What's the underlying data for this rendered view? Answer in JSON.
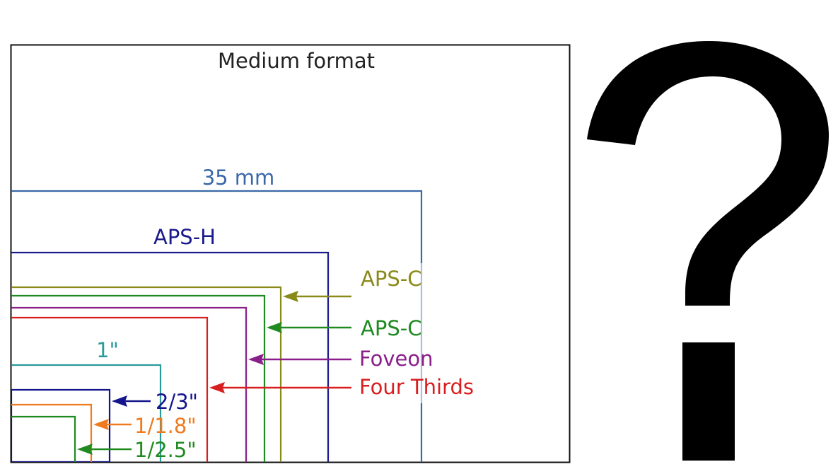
{
  "title": "Medium format",
  "colors": {
    "frame": "#111111",
    "mm35": "#3a68a8",
    "apsh": "#1a1a8c",
    "apsc_canon": "#8a8a1a",
    "apsc": "#1f8a1f",
    "foveon": "#8a1f8a",
    "four_thirds": "#d81e1e",
    "one_inch": "#2a9a9a",
    "two_thirds": "#14148c",
    "one_1_8": "#f07a1e",
    "one_2_5": "#1f8a1f",
    "question": "#000000"
  },
  "sensors": [
    {
      "id": "mm35",
      "label": "35 mm"
    },
    {
      "id": "apsh",
      "label": "APS-H"
    },
    {
      "id": "apsc_canon",
      "label": "APS-C"
    },
    {
      "id": "apsc",
      "label": "APS-C"
    },
    {
      "id": "foveon",
      "label": "Foveon"
    },
    {
      "id": "four_thirds",
      "label": "Four Thirds"
    },
    {
      "id": "one_inch",
      "label": "1\""
    },
    {
      "id": "two_thirds",
      "label": "2/3\""
    },
    {
      "id": "one_1_8",
      "label": "1/1.8\""
    },
    {
      "id": "one_2_5",
      "label": "1/2.5\""
    }
  ],
  "question_icon": "question-mark-icon"
}
